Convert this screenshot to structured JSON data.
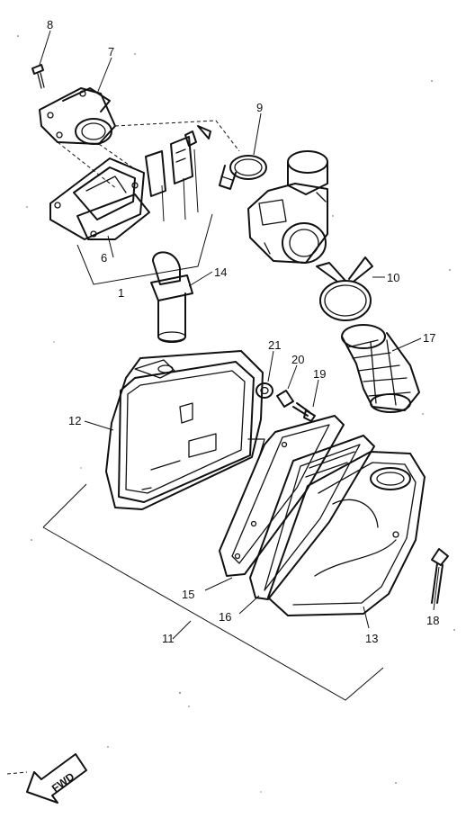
{
  "callouts": {
    "p1": "1",
    "p6": "6",
    "p7": "7",
    "p8": "8",
    "p9": "9",
    "p10": "10",
    "p11": "11",
    "p12": "12",
    "p13": "13",
    "p14": "14",
    "p15": "15",
    "p16": "16",
    "p17": "17",
    "p18": "18",
    "p19": "19",
    "p20": "20",
    "p21": "21"
  },
  "fwd_arrow": {
    "label": "FWD"
  }
}
